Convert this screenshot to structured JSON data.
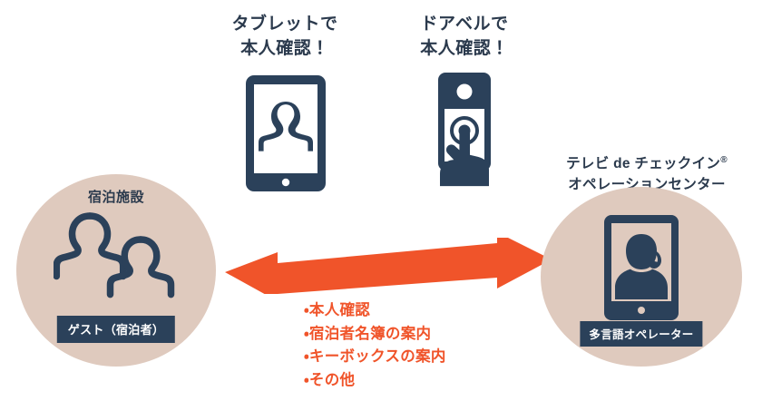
{
  "headings": {
    "tablet": {
      "line1": "タブレットで",
      "line2": "本人確認！"
    },
    "doorbell": {
      "line1": "ドアベルで",
      "line2": "本人確認！"
    }
  },
  "operation_center": {
    "title_line1": "テレビ de チェックイン",
    "registered_mark": "®",
    "title_line2": "オペレーションセンター"
  },
  "left_circle": {
    "heading": "宿泊施設",
    "badge": "ゲスト（宿泊者）",
    "icon": "two-guests-icon"
  },
  "right_circle": {
    "badge": "多言語オペレーター",
    "icon": "operator-tablet-icon"
  },
  "devices": {
    "tablet": "tablet-person-icon",
    "doorbell": "doorbell-hand-press-icon"
  },
  "arrow": {
    "name": "bidirectional-arrow",
    "direction": "both"
  },
  "service_list": [
    "・本人確認",
    "・宿泊者名簿の案内",
    "・キーボックスの案内",
    "・その他"
  ],
  "colors": {
    "navy": "#2b415a",
    "navy_text": "#2b3a4d",
    "beige": "#dfcabe",
    "orange": "#f0542a",
    "white": "#ffffff"
  }
}
